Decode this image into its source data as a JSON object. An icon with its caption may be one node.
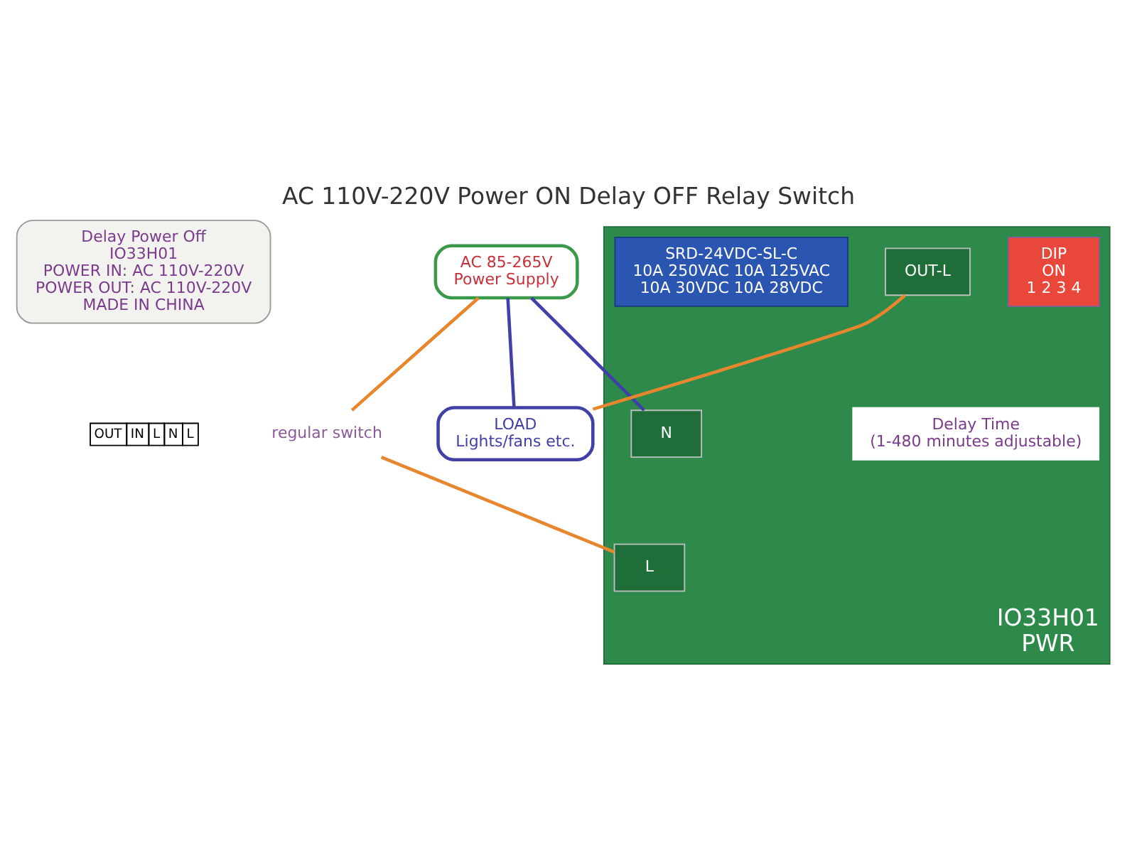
{
  "diagram": {
    "title": "AC 110V-220V Power ON Delay OFF Relay Switch",
    "nodes": [
      {
        "text": [
          "Delay Power Off",
          "IO33H01",
          "POWER IN: AC 110V-220V",
          "POWER OUT: AC 110V-220V",
          "MADE IN CHINA"
        ]
      },
      {
        "text": [
          "AC 85-265V",
          "Power Supply"
        ]
      },
      {
        "text": [
          "regular switch"
        ]
      },
      {
        "text": [
          "IO33H01",
          "PWR"
        ]
      },
      {
        "text": [
          "L"
        ],
        "in": 3
      },
      {
        "text": [
          "N"
        ],
        "in": 3
      },
      {
        "text": [
          "OUT-L"
        ],
        "in": 3
      },
      {
        "text": [
          "DIP",
          "ON",
          "1 2 3 4"
        ],
        "in": 3,
        "beside": [
          "Delay Time",
          "(1-480 minutes adjustable)"
        ]
      },
      {
        "text": [
          "SRD-24VDC-SL-C",
          "10A 250VAC 10A 125VAC",
          "10A 30VDC 10A 28VDC"
        ],
        "in": 3
      },
      {
        "text": [
          "LOAD",
          "Lights/fans etc."
        ]
      }
    ],
    "edges": [
      {
        "from": 1,
        "to": 2,
        "arrow": "none",
        "color": "#e8862e"
      },
      {
        "from": 2,
        "to": 4,
        "arrow": "none",
        "color": "#e8862e"
      },
      {
        "from": 1,
        "to": 5,
        "arrow": "none",
        "color": "#4040a8"
      },
      {
        "from": 1,
        "to": 9,
        "arrow": "none",
        "color": "#4040a8"
      },
      {
        "from": 6,
        "to": 9,
        "arrow": "none",
        "color": "#e8862e"
      }
    ],
    "labels": [
      "OUT",
      "IN",
      "L",
      "N",
      "L"
    ]
  }
}
